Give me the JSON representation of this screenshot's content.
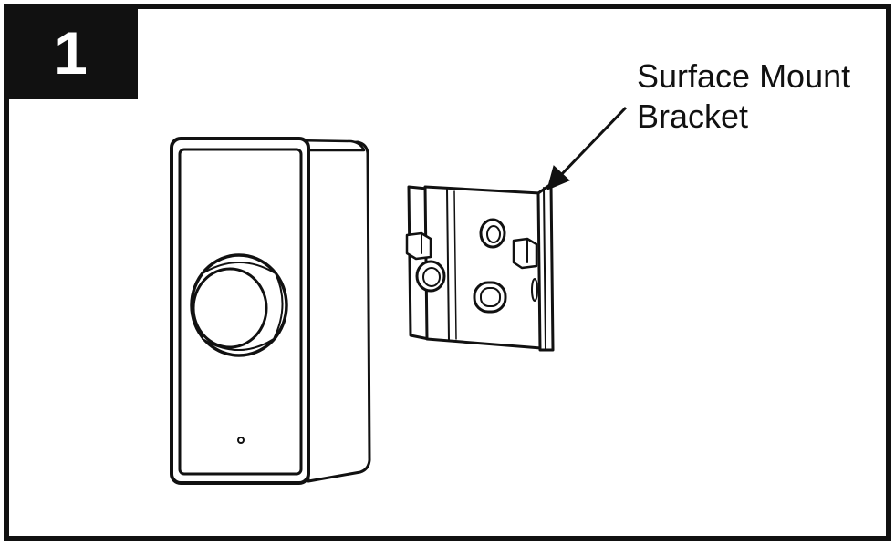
{
  "step": {
    "number": "1"
  },
  "callout": {
    "line1": "Surface Mount",
    "line2": "Bracket"
  },
  "colors": {
    "ink": "#111111",
    "paper": "#ffffff",
    "shade": "#f2f2f2"
  }
}
